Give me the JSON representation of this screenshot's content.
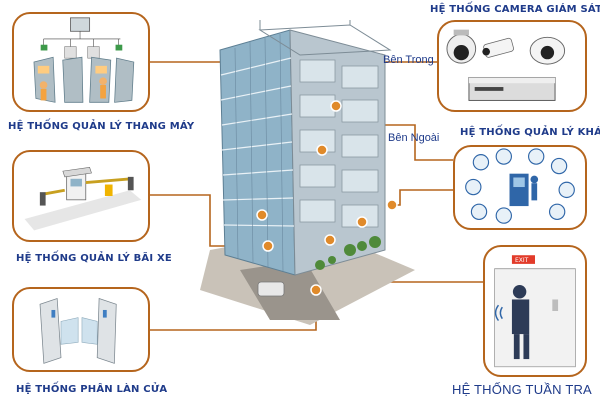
{
  "labels": {
    "elevator": "HỆ THỐNG QUẢN LÝ THANG MÁY",
    "parking": "HỆ THỐNG QUẢN LÝ BÃI XE",
    "door": "HỆ THỐNG PHÂN LÀN CỬA",
    "camera": "HỆ THỐNG CAMERA GIÁM SÁT",
    "visitor": "HỆ THỐNG QUẢN LÝ KHÁCH",
    "patrol": "HỆ THỐNG TUẦN TRA"
  },
  "tags": {
    "inside": "Bên Trong",
    "outside": "Bên Ngoài",
    "exit_sign": "EXIT"
  },
  "colors": {
    "panel_border": "#b5651d",
    "wire": "#b5651d",
    "label_text": "#1f3b8a",
    "glass": "#8fb3c8",
    "node": "#e08a2a"
  },
  "icons": [
    "elevator-icon",
    "barrier-gate-icon",
    "turnstile-icon",
    "cctv-camera-icon",
    "kiosk-icon",
    "security-guard-icon"
  ]
}
